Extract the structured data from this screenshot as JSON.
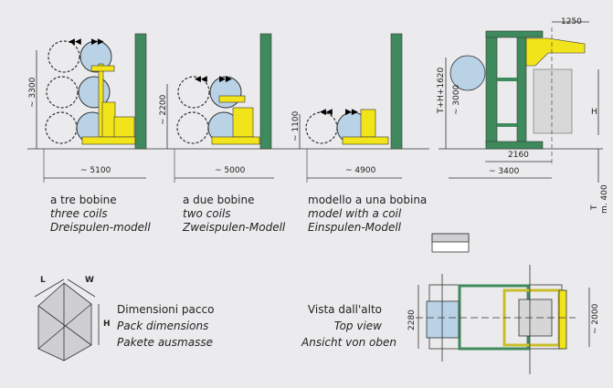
{
  "models": [
    {
      "height_dim": "~ 3300",
      "width_dim": "~ 5100",
      "it": "a tre bobine",
      "en": "three coils",
      "de": "Dreispulen-modell"
    },
    {
      "height_dim": "~ 2200",
      "width_dim": "~ 5000",
      "it": "a due bobine",
      "en": "two coils",
      "de": "Zweispulen-Modell"
    },
    {
      "height_dim": "~ 1100",
      "width_dim": "~ 4900",
      "it": "modello a una bobina",
      "en": "model with a coil",
      "de": "Einspulen-Modell"
    }
  ],
  "side_view": {
    "top_dim": "1250",
    "height_dim": "T+H+1620",
    "height_dim2": "~ 3000",
    "h_label": "H",
    "base_dim": "2160",
    "total_dim": "~ 3400",
    "t_label": "T",
    "t_dim": "m. 400"
  },
  "pack": {
    "l": "L",
    "w": "W",
    "h": "H",
    "it": "Dimensioni pacco",
    "en": "Pack dimensions",
    "de": "Pakete ausmasse"
  },
  "top_view": {
    "it": "Vista dall'alto",
    "en": "Top view",
    "de": "Ansicht von oben",
    "left_dim": "2280",
    "right_dim": "~ 2000"
  },
  "colors": {
    "frame": "#3f8a5c",
    "yellow": "#f2e41a",
    "coil": "#b9d2e6",
    "bg": "#ebebed"
  }
}
